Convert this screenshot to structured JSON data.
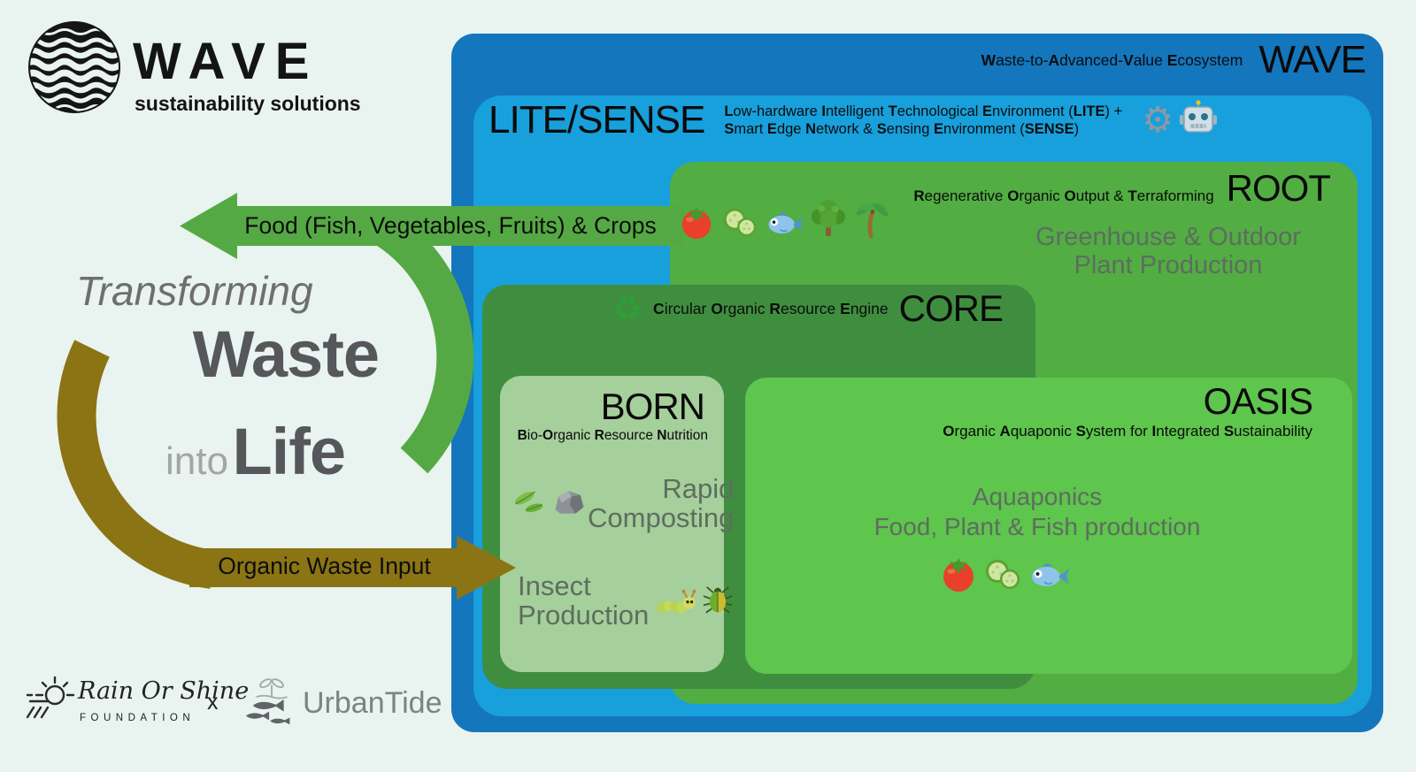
{
  "canvas": {
    "background": "#e9f3ef"
  },
  "brand": {
    "name": "WAVE",
    "tagline": "sustainability solutions"
  },
  "headline": {
    "line1": "Transforming",
    "line2": "Waste",
    "line3_small": "into",
    "line3_big": "Life"
  },
  "flows": {
    "output_label": "Food (Fish, Vegetables, Fruits) & Crops",
    "input_label": "Organic Waste Input",
    "output_color": "#55a944",
    "input_color": "#8b7414"
  },
  "wave": {
    "title": "WAVE",
    "subtitle_rich": "**W**aste-to-**A**dvanced-**V**alue **E**cosystem",
    "color": "#1476bd"
  },
  "lite": {
    "title": "LITE/SENSE",
    "desc1_rich": "**L**ow-hardware **I**ntelligent **T**echnological **E**nvironment (**LITE**) +",
    "desc2_rich": "**S**mart **E**dge **N**etwork & **S**ensing **E**nvironment (**SENSE**)",
    "gear_symbol": "⚙",
    "color": "#17a0dc",
    "icons": [
      "gear-icon",
      "robot-icon"
    ]
  },
  "root": {
    "title": "ROOT",
    "subtitle_rich": "**R**egenerative **O**rganic **O**utput & **T**erraforming",
    "caption1": "Greenhouse & Outdoor",
    "caption2": "Plant Production",
    "color": "#52ad43",
    "icons": [
      "tomato-icon",
      "cucumber-icon",
      "fish-icon",
      "tree-icon",
      "palm-icon"
    ]
  },
  "core": {
    "title": "CORE",
    "subtitle_rich": "**C**ircular **O**rganic **R**esource **E**ngine",
    "recycle_symbol": "♻",
    "color": "#3f8e3f"
  },
  "born": {
    "title": "BORN",
    "subtitle_rich": "**B**io-**O**rganic **R**esource **N**utrition",
    "item1_line1": "Rapid",
    "item1_line2": "Composting",
    "item2_line1": "Insect",
    "item2_line2": "Production",
    "color": "#a5cf9b",
    "icons": [
      "leaf-icon",
      "rock-icon",
      "caterpillar-icon",
      "beetle-icon"
    ]
  },
  "oasis": {
    "title": "OASIS",
    "subtitle_rich": "**O**rganic **A**quaponic **S**ystem for **I**ntegrated **S**ustainability",
    "caption1": "Aquaponics",
    "caption2": "Food, Plant & Fish production",
    "color": "#5ec54d",
    "icons": [
      "tomato-icon",
      "cucumber-icon",
      "fish-icon"
    ]
  },
  "footer": {
    "partner1": "Rain Or Shine",
    "partner1_sub": "FOUNDATION",
    "separator": "x",
    "partner2": "UrbanTide"
  }
}
